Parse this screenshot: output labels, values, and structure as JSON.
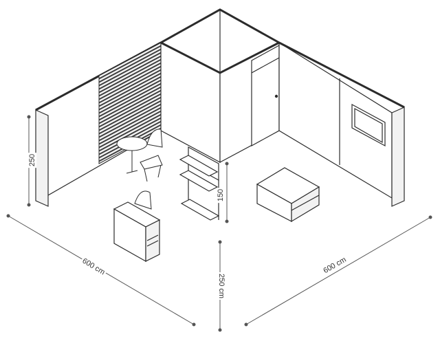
{
  "dimensions": {
    "left_width": "600 cm",
    "right_width": "600 cm",
    "height": "250 cm",
    "wall_height": "250",
    "counter_height": "150"
  },
  "colors": {
    "line": "#2b2b2b",
    "slats": "#3a3a3a",
    "dimension_line": "#555555",
    "background": "#ffffff"
  }
}
